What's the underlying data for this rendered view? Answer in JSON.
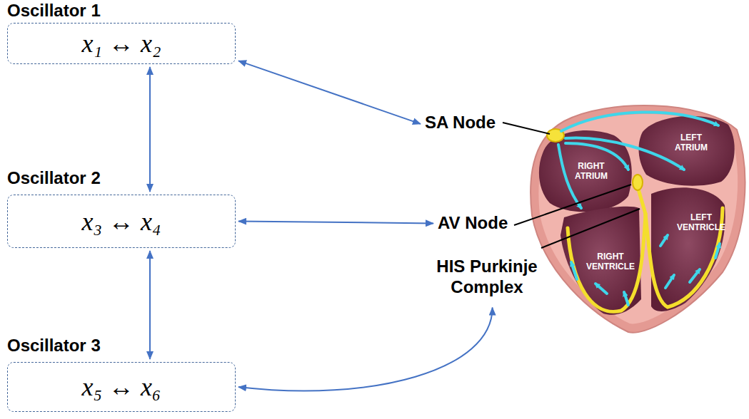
{
  "diagram": {
    "nodes": [
      {
        "text": [
          "Oscillator 1",
          "x₁ ↔ x₂"
        ]
      },
      {
        "text": [
          "SA Node"
        ]
      },
      {
        "text": [
          "Oscillator 2",
          "x₃ ↔ x₄"
        ]
      },
      {
        "text": [
          "AV Node"
        ]
      },
      {
        "text": [
          "HIS Purkinje Complex"
        ]
      },
      {
        "text": [
          "Oscillator 3",
          "x₅ ↔ x₆"
        ]
      }
    ],
    "edges": [
      {
        "from": 0,
        "to": 1,
        "arrow": "both"
      },
      {
        "from": 0,
        "to": 2,
        "arrow": "both"
      },
      {
        "from": 2,
        "to": 3,
        "arrow": "both"
      },
      {
        "from": 2,
        "to": 5,
        "arrow": "both"
      },
      {
        "from": 5,
        "to": 4,
        "arrow": "both"
      }
    ],
    "labels": [
      "LEFT ATRIUM",
      "RIGHT ATRIUM",
      "LEFT VENTRICLE",
      "RIGHT VENTRICLE"
    ]
  }
}
